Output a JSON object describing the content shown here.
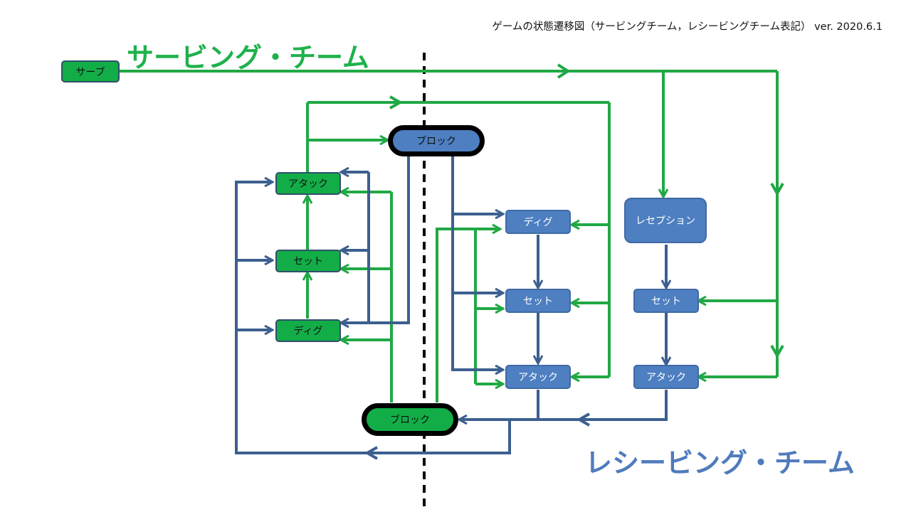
{
  "caption": "ゲームの状態遷移図（サービングチーム，レシービングチーム表記） ver.  2020.6.1",
  "serving_team_title": "サービング・チーム",
  "receiving_team_title": "レシービング・チーム",
  "nodes": {
    "serve": "サーブ",
    "block_top": "ブロック",
    "block_bottom": "ブロック",
    "serving_attack": "アタック",
    "serving_set": "セット",
    "serving_dig": "ディグ",
    "receiving_dig": "ディグ",
    "receiving_set": "セット",
    "receiving_attack": "アタック",
    "reception": "レセプション",
    "reception_set": "セット",
    "reception_attack": "アタック"
  },
  "colors": {
    "serving_green": "#1eb24b",
    "receiving_blue": "#4f7bbd",
    "green_arrow": "#21a845",
    "blue_arrow": "#3c5f8f"
  }
}
